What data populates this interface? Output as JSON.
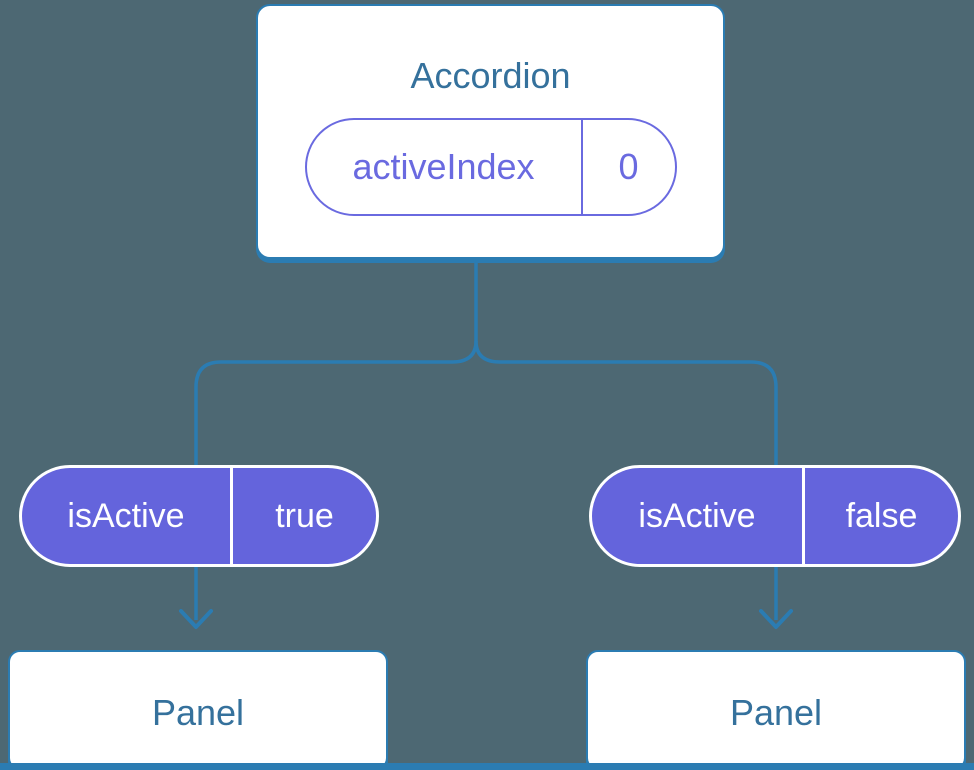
{
  "colors": {
    "background": "#4d6873",
    "line_blue": "#2b7cb2",
    "heading_blue": "#35719c",
    "purple": "#6a6ae0",
    "pill_fill_purple": "#6464dc",
    "box_fill": "#ffffff"
  },
  "tree": {
    "root": {
      "title": "Accordion",
      "prop": {
        "name": "activeIndex",
        "value": "0"
      }
    },
    "children": [
      {
        "prop": {
          "name": "isActive",
          "value": "true"
        },
        "child": {
          "title": "Panel"
        }
      },
      {
        "prop": {
          "name": "isActive",
          "value": "false"
        },
        "child": {
          "title": "Panel"
        }
      }
    ]
  }
}
